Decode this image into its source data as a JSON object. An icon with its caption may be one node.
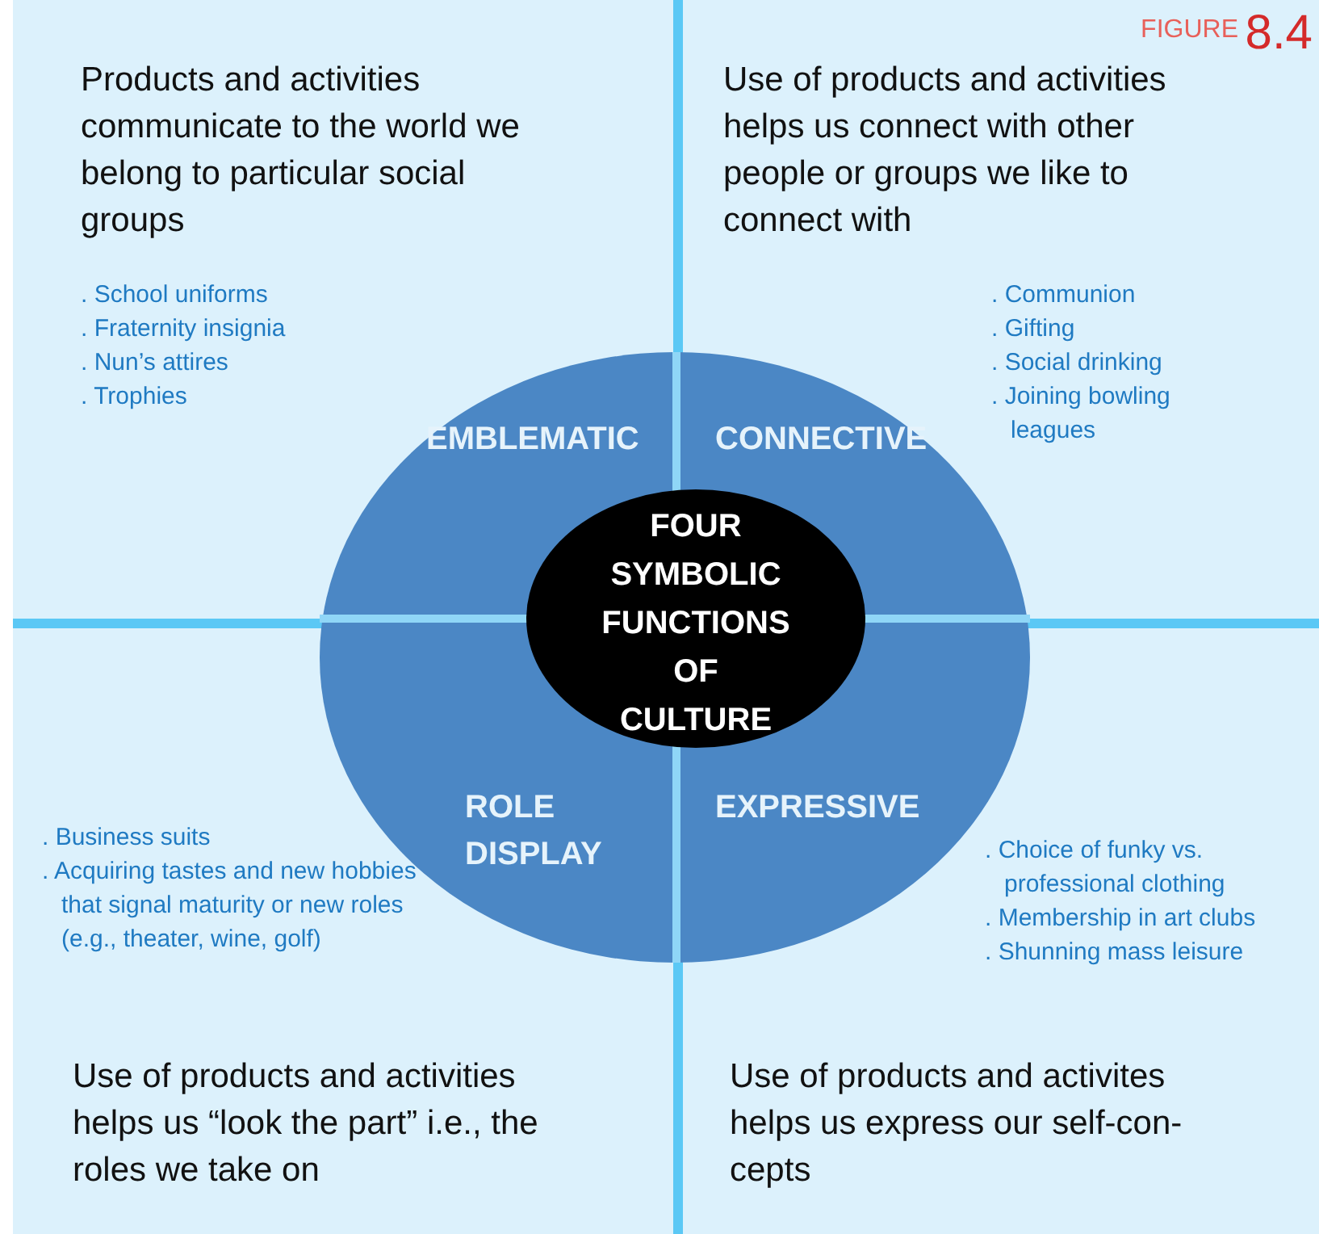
{
  "diagram": {
    "nodes": [
      {
        "text": [
          "Products and activities communicate to the world we belong to particular social groups",
          ". School uniforms",
          ". Fraternity insignia",
          ". Nun’s attires",
          ". Trophies"
        ]
      },
      {
        "text": [
          "Use of products and activities helps us connect with other people or groups we like to connect with",
          ". Communion",
          ". Gifting",
          ". Social drinking",
          ". Joining bowling leagues"
        ]
      },
      {
        "text": [
          ". Business suits",
          ". Acquiring tastes and new hobbies that signal maturity or new roles (e.g., theater, wine, golf)",
          "Use of products and activities helps us “look the part” i.e., the roles we take on"
        ]
      },
      {
        "text": [
          ". Choice of funky vs. professional clothing",
          ". Membership in art clubs",
          ". Shunning mass leisure",
          "Use of products and activites helps us express our self-con-cepts"
        ]
      },
      {
        "text": [],
        "shape": "circle"
      },
      {
        "text": [
          "EMBLEMATIC"
        ],
        "in": 4
      },
      {
        "text": [
          "CONNECTIVE"
        ],
        "in": 4
      },
      {
        "text": [
          "ROLE DISPLAY"
        ],
        "in": 4
      },
      {
        "text": [
          "EXPRESSIVE"
        ],
        "in": 4
      },
      {
        "text": [
          "FOUR SYMBOLIC FUNCTIONS OF CULTURE"
        ],
        "in": 4
      }
    ],
    "labels": [
      "FIGURE",
      "8.4"
    ]
  }
}
